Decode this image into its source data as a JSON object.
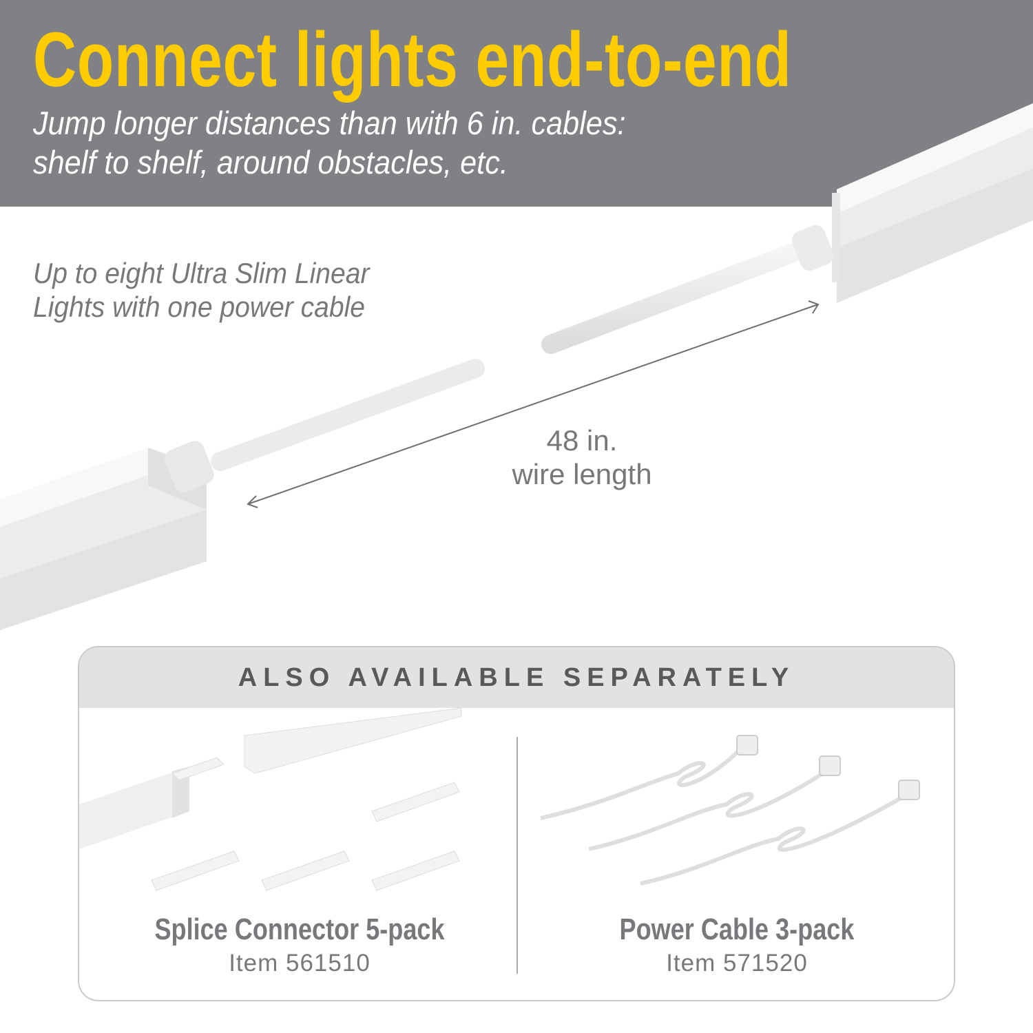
{
  "header": {
    "title": "Connect lights end-to-end",
    "subtitle_line1": "Jump longer distances than with 6 in. cables:",
    "subtitle_line2": "shelf to shelf, around obstacles, etc."
  },
  "note": {
    "line1": "Up to eight Ultra Slim Linear",
    "line2": "Lights with one power cable"
  },
  "dimension": {
    "value": "48 in.",
    "label": "wire length"
  },
  "also_available": {
    "heading": "ALSO AVAILABLE SEPARATELY",
    "products": [
      {
        "name": "Splice Connector 5-pack",
        "item": "Item 561510"
      },
      {
        "name": "Power Cable 3-pack",
        "item": "Item 571520"
      }
    ]
  },
  "colors": {
    "header_bg": "#808184",
    "title": "#ffcc00",
    "text_gray": "#77787b",
    "band": "#e1e2e3"
  }
}
